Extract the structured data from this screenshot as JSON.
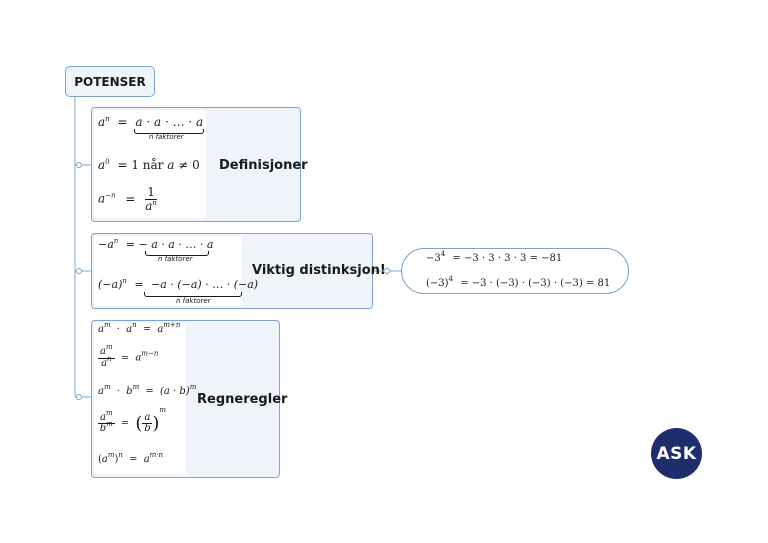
{
  "root": {
    "title": "POTENSER"
  },
  "definitions": {
    "label": "Definisjoner",
    "f1_lhs_base": "a",
    "f1_lhs_exp": "n",
    "f1_eq": "=",
    "f1_rhs": "a · a · … · a",
    "f1_brace": "n faktorer",
    "f2_base": "a",
    "f2_exp": "0",
    "f2_rest": "= 1 når",
    "f2_var": "a",
    "f2_neq": "≠ 0",
    "f3_base": "a",
    "f3_exp": "−n",
    "f3_eq": "=",
    "f3_num": "1",
    "f3_den_base": "a",
    "f3_den_exp": "n"
  },
  "distinction": {
    "label": "Viktig distinksjon!",
    "d1_lhs": "−a",
    "d1_exp": "n",
    "d1_eq": "= −",
    "d1_rhs": "a · a · … · a",
    "d1_brace": "n faktorer",
    "d2_lhs": "(−a)",
    "d2_exp": "n",
    "d2_eq": "=",
    "d2_rhs": "−a · (−a) · … · (−a)",
    "d2_brace": "n faktorer"
  },
  "example": {
    "e1_lhs": "−3",
    "e1_exp": "4",
    "e1_rhs": "= −3 · 3 · 3 · 3 = −81",
    "e2_lhs": "(−3)",
    "e2_exp": "4",
    "e2_rhs": "= −3 · (−3) · (−3) · (−3) = 81"
  },
  "rules": {
    "label": "Regneregler",
    "r1": {
      "a": "a",
      "m": "m",
      "dot": "·",
      "b": "a",
      "n": "n",
      "eq": "=",
      "res": "a",
      "res_exp": "m+n"
    },
    "r2": {
      "num": "a",
      "num_exp": "m",
      "den": "a",
      "den_exp": "n",
      "eq": "=",
      "res": "a",
      "res_exp": "m−n"
    },
    "r3": {
      "a": "a",
      "m": "m",
      "dot": "·",
      "b": "b",
      "bm": "m",
      "eq": "=",
      "res": "(a · b)",
      "res_exp": "m"
    },
    "r4": {
      "num": "a",
      "num_exp": "m",
      "den": "b",
      "den_exp": "m",
      "eq": "=",
      "inner_num": "a",
      "inner_den": "b",
      "res_exp": "m"
    },
    "r5": {
      "a": "a",
      "m": "m",
      "n": "n",
      "eq": "=",
      "res": "a",
      "res_exp": "m·n"
    }
  },
  "logo": {
    "text": "ASK"
  },
  "colors": {
    "node_fill": "#eef4fa",
    "node_border": "#7fa4cc",
    "logo_bg": "#1e2d6b"
  }
}
